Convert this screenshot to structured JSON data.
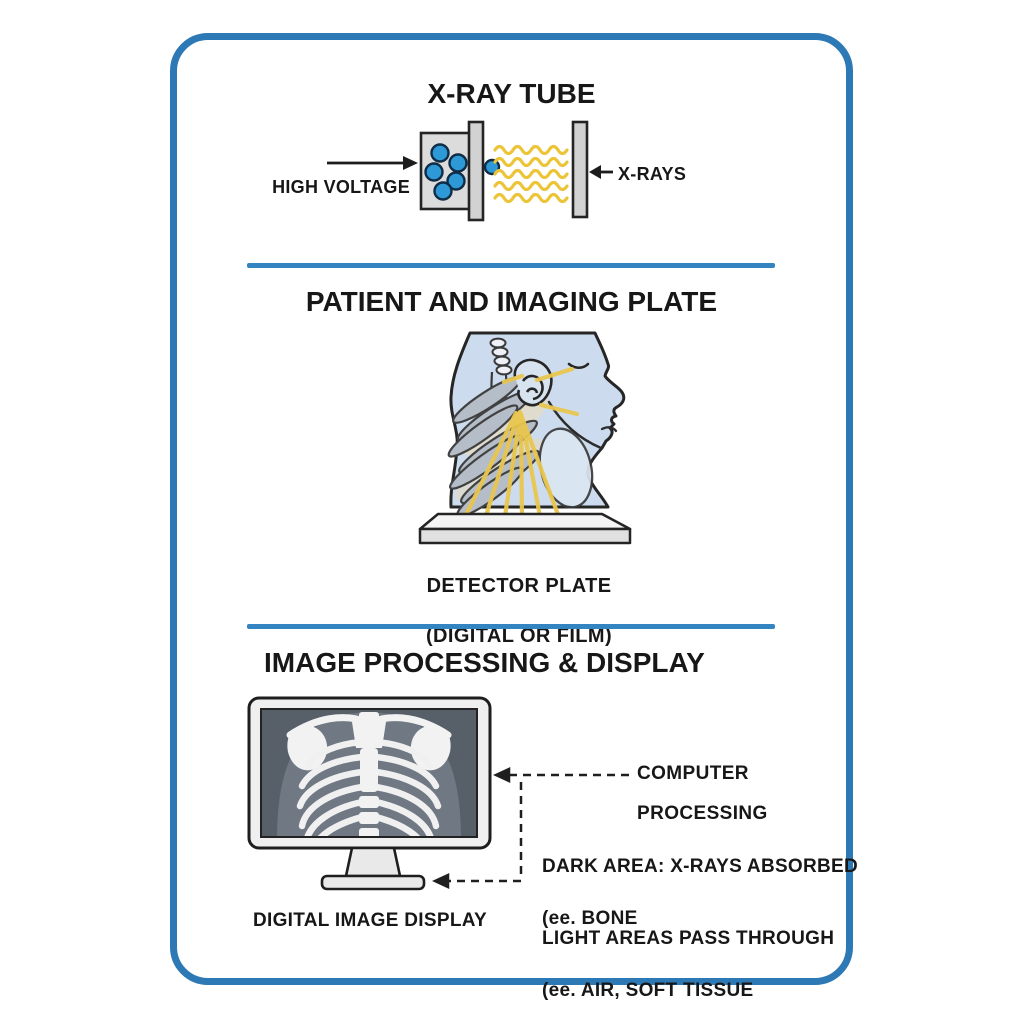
{
  "card": {
    "border_color": "#2d79b5",
    "divider_color": "#3484c2"
  },
  "palette": {
    "ray_yellow": "#ecc438",
    "electron_blue": "#2d9ad7",
    "body_blue": "#ccdcee",
    "screen_dark": "#575f69"
  },
  "sections": {
    "tube": {
      "title": "X-RAY TUBE",
      "high_voltage_label": "HIGH VOLTAGE",
      "xrays_label": "X-RAYS"
    },
    "patient": {
      "title": "PATIENT AND IMAGING PLATE",
      "detector_label_line1": "DETECTOR PLATE",
      "detector_label_line2": "(DIGITAL OR FILM)"
    },
    "processing": {
      "title": "IMAGE PROCESSING & DISPLAY",
      "computer_label_line1": "COMPUTER",
      "computer_label_line2": "PROCESSING",
      "dark_label_line1": "DARK AREA: X-RAYS ABSORBED",
      "dark_label_line2": "(ee. BONE",
      "light_label_line1": "LIGHT AREAS PASS THROUGH",
      "light_label_line2": "(ee. AIR, SOFT TISSUE",
      "display_label": "DIGITAL IMAGE DISPLAY"
    }
  }
}
